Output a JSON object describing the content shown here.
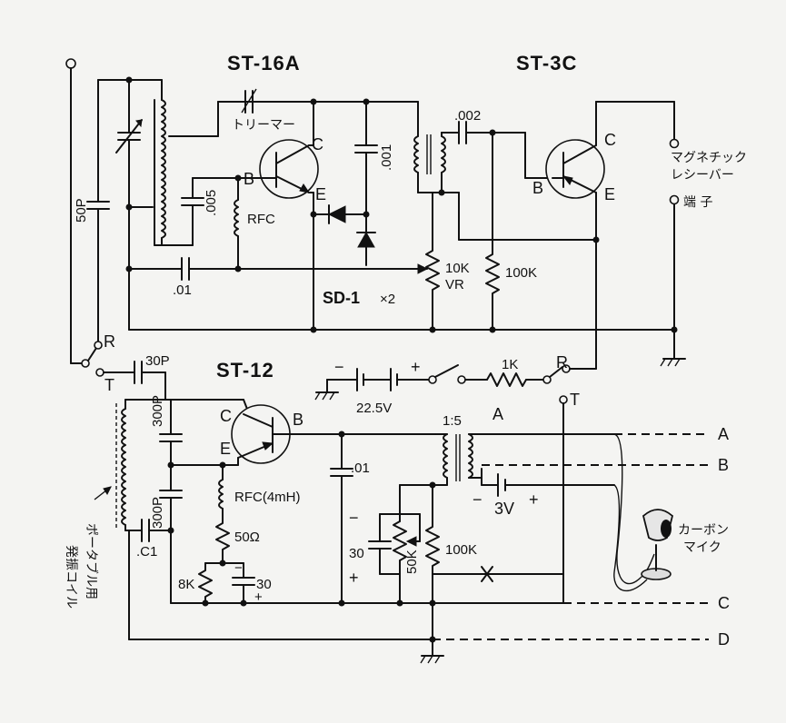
{
  "titles": {
    "st16a": "ST-16A",
    "st3c": "ST-3C",
    "st12": "ST-12"
  },
  "receiver": {
    "trimmer": "トリーマー",
    "c_001": ".001",
    "c_005": ".005",
    "c_002": ".002",
    "c_01": ".01",
    "rfc": "RFC",
    "c_50p": "50P",
    "vr_value": "10K",
    "vr_label": "VR",
    "r_100k": "100K",
    "diodes": "SD-1",
    "diodes_mult": "×2",
    "out_label_line1": "マグネチック",
    "out_label_line2": "レシーバー",
    "out_terminal": "端 子"
  },
  "transistor_pins": {
    "b": "B",
    "c": "C",
    "e": "E"
  },
  "switch": {
    "r": "R",
    "t": "T"
  },
  "supply": {
    "minus": "−",
    "plus": "+",
    "voltage": "22.5V",
    "r_1k": "1K"
  },
  "transmitter": {
    "c_30p": "30P",
    "c_300p_top": "300P",
    "c_300p_bottom": "300P",
    "c_01": ".C1",
    "c_01b": ".01",
    "rfc": "RFC(4mH)",
    "r_50": "50Ω",
    "r_8k": "8K",
    "c_30": "30",
    "c_30b": "30",
    "r_50k": "50K",
    "r_100k": "100K",
    "ratio": "1:5",
    "battery": "3V",
    "coil_label": "ポータブル用",
    "coil_label2": "発振コイル",
    "mic_line1": "カーボン",
    "mic_line2": "マイク"
  },
  "connectors": [
    "A",
    "B",
    "C",
    "D"
  ]
}
